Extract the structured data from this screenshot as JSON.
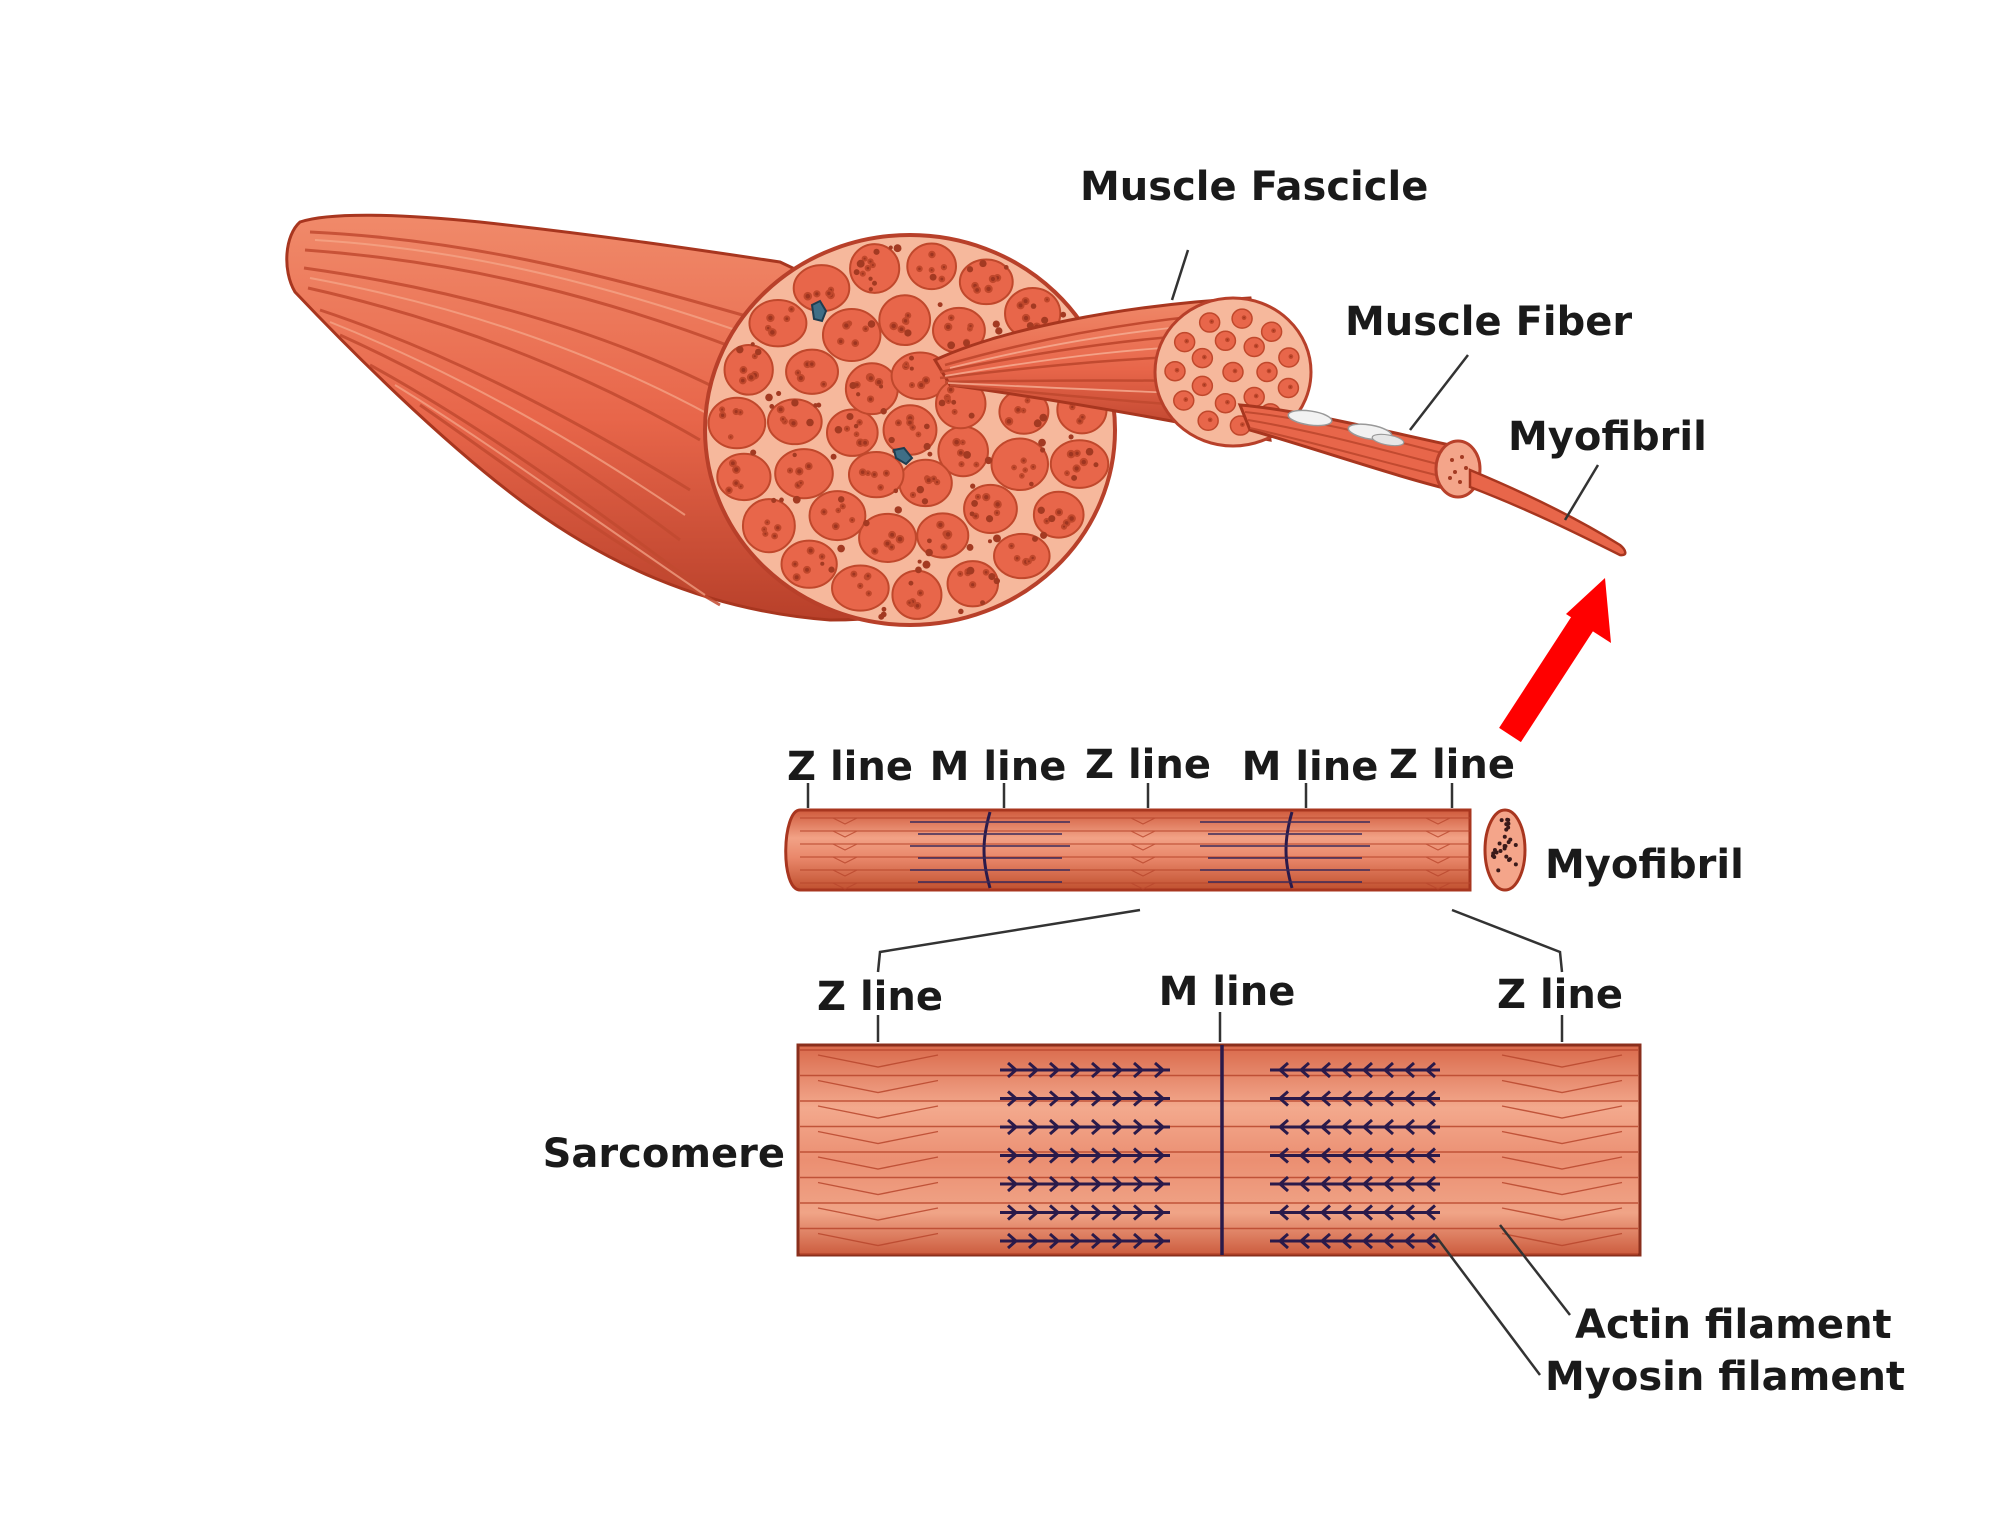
{
  "labels": {
    "muscle_fascicle": "Muscle Fascicle",
    "muscle_fiber": "Muscle Fiber",
    "myofibril_top": "Myofibril",
    "myofibril_mid": "Myofibril",
    "sarcomere": "Sarcomere",
    "actin": "Actin filament",
    "myosin": "Myosin filament",
    "myofibril_marks": [
      "Z line",
      "M line",
      "Z line",
      "M line",
      "Z line"
    ],
    "sarcomere_marks": [
      "Z line",
      "M line",
      "Z line"
    ]
  },
  "colors": {
    "muscle_fill": "#e8664a",
    "muscle_dark": "#b53a22",
    "muscle_light": "#f4a58a",
    "connective_tissue": "#f6b89c",
    "sarcomere_fill": "#e07a5c",
    "filament_line": "#2a1a4a",
    "arrow": "#ff0000"
  }
}
